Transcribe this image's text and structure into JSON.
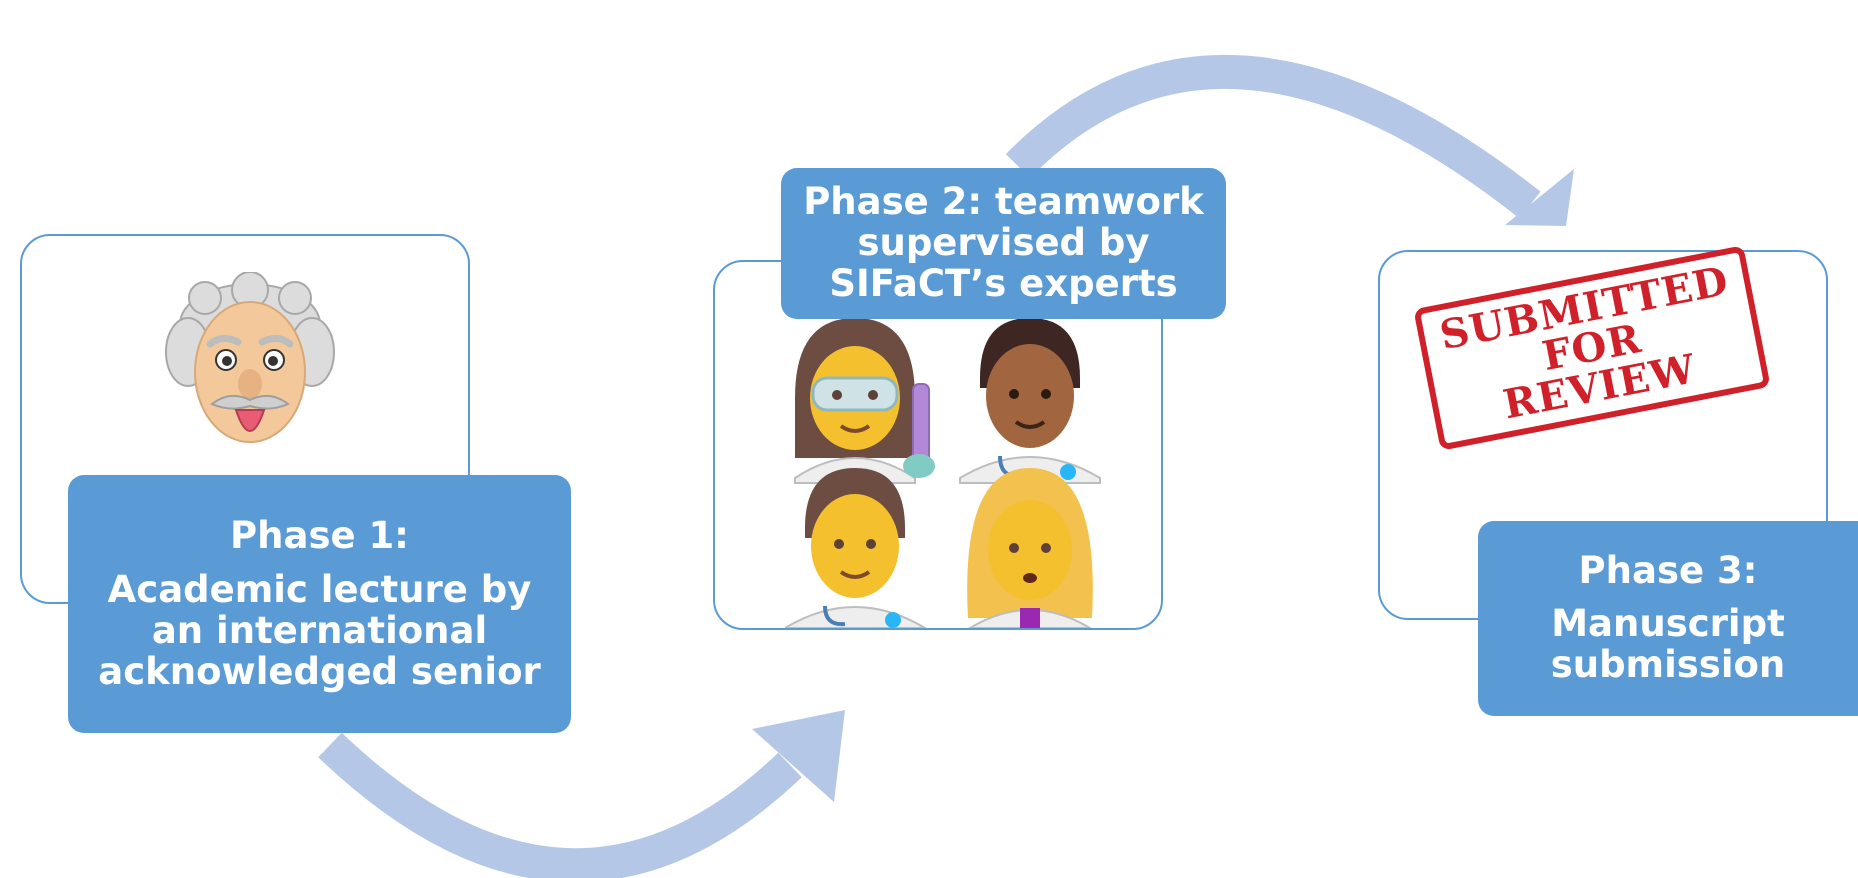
{
  "phases": [
    {
      "title": "Phase 1:",
      "body": "Academic lecture by an international acknowledged senior",
      "icon": "scientist-face-icon"
    },
    {
      "title": "Phase 2: teamwork supervised by SIFaCT’s experts",
      "icon": "health-worker-team-icon"
    },
    {
      "title": "Phase 3:",
      "body": "Manuscript submission",
      "icon": "submitted-for-review-stamp-icon"
    }
  ],
  "stamp": {
    "line1": "SUBMITTED",
    "line2": "FOR REVIEW"
  },
  "colors": {
    "accent": "#5b9bd5",
    "arrow": "#b4c7e7",
    "stamp": "#d0202a"
  }
}
